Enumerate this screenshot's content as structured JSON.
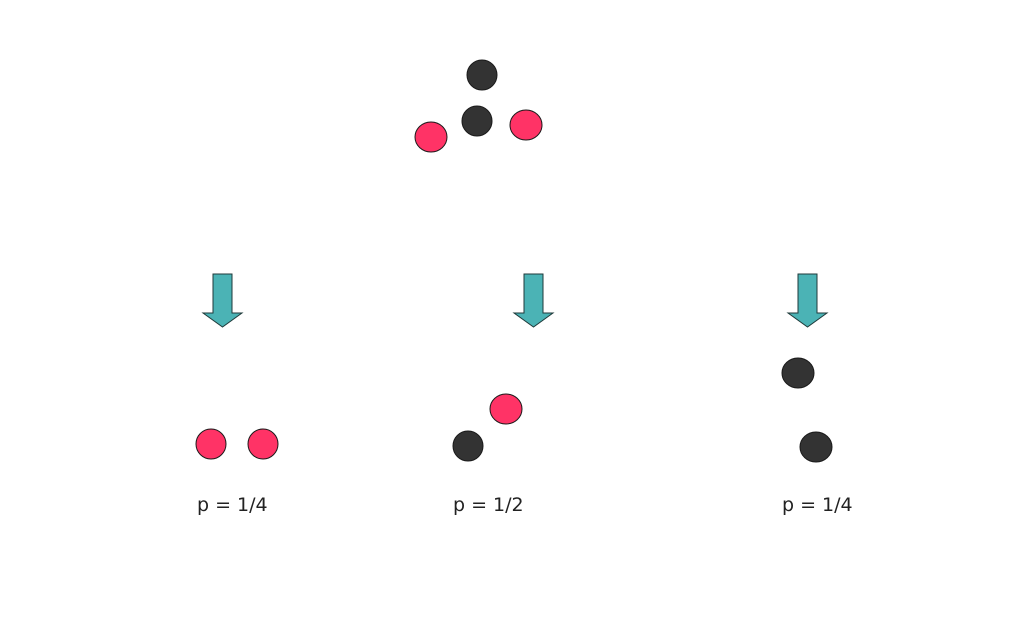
{
  "colors": {
    "red_ball": "#ff3366",
    "black_ball": "#333333",
    "arrow_fill": "#4bb3b5"
  },
  "source": {
    "balls": [
      "black",
      "black",
      "red",
      "red"
    ]
  },
  "outcomes": [
    {
      "balls": [
        "red",
        "red"
      ],
      "probability_label": "p = 1/4"
    },
    {
      "balls": [
        "black",
        "red"
      ],
      "probability_label": "p = 1/2"
    },
    {
      "balls": [
        "black",
        "black"
      ],
      "probability_label": "p = 1/4"
    }
  ]
}
